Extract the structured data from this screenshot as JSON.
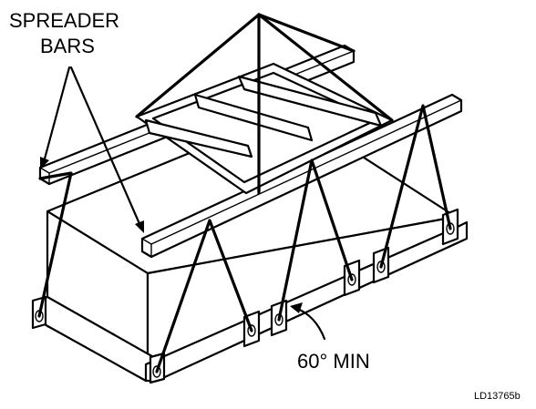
{
  "figure": {
    "label_spreader_line1": "SPREADER",
    "label_spreader_line2": "BARS",
    "label_angle": "60° MIN",
    "figure_code": "LD13765b"
  }
}
